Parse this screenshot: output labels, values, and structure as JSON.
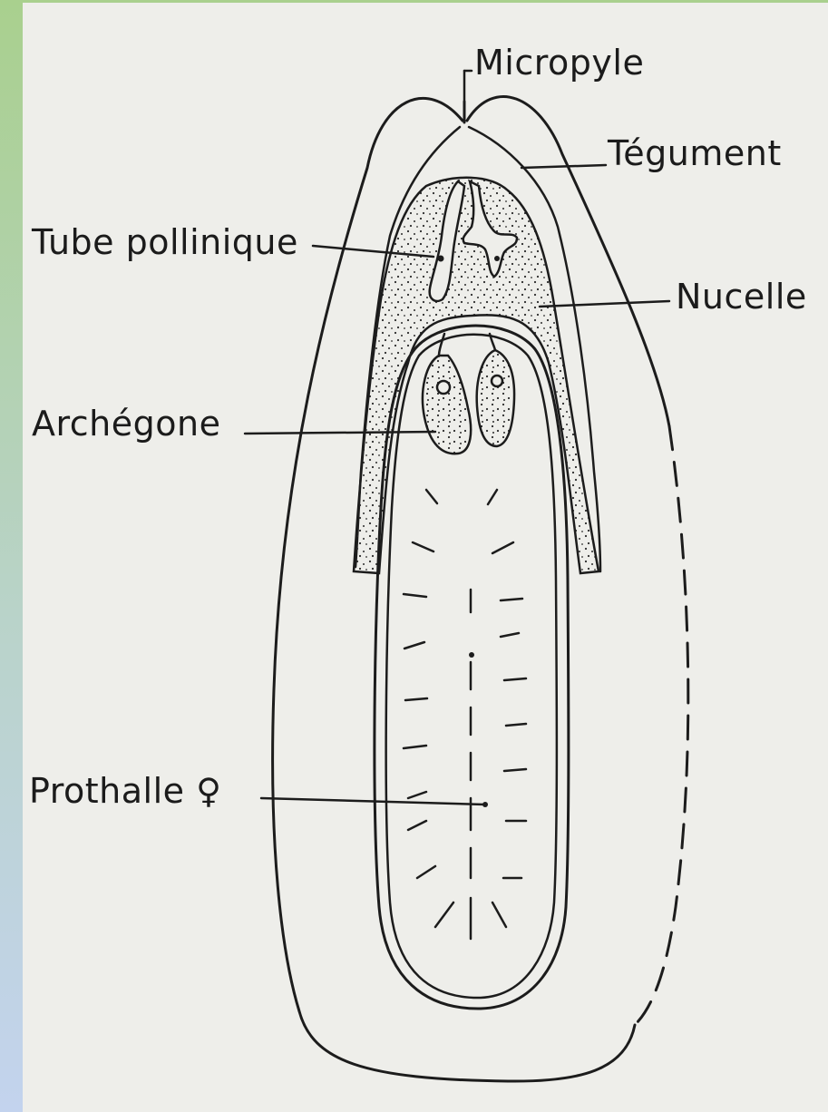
{
  "labels": {
    "micropyle": "Micropyle",
    "tegument": "Tégument",
    "tube_pollinique": "Tube pollinique",
    "nucelle": "Nucelle",
    "archegone": "Archégone",
    "prothalle": "Prothalle ♀"
  },
  "colors": {
    "paper": "#eeeeea",
    "ink": "#1c1c1c",
    "frame_top": "#a9d08e",
    "frame_bottom": "#c3d3ee"
  }
}
